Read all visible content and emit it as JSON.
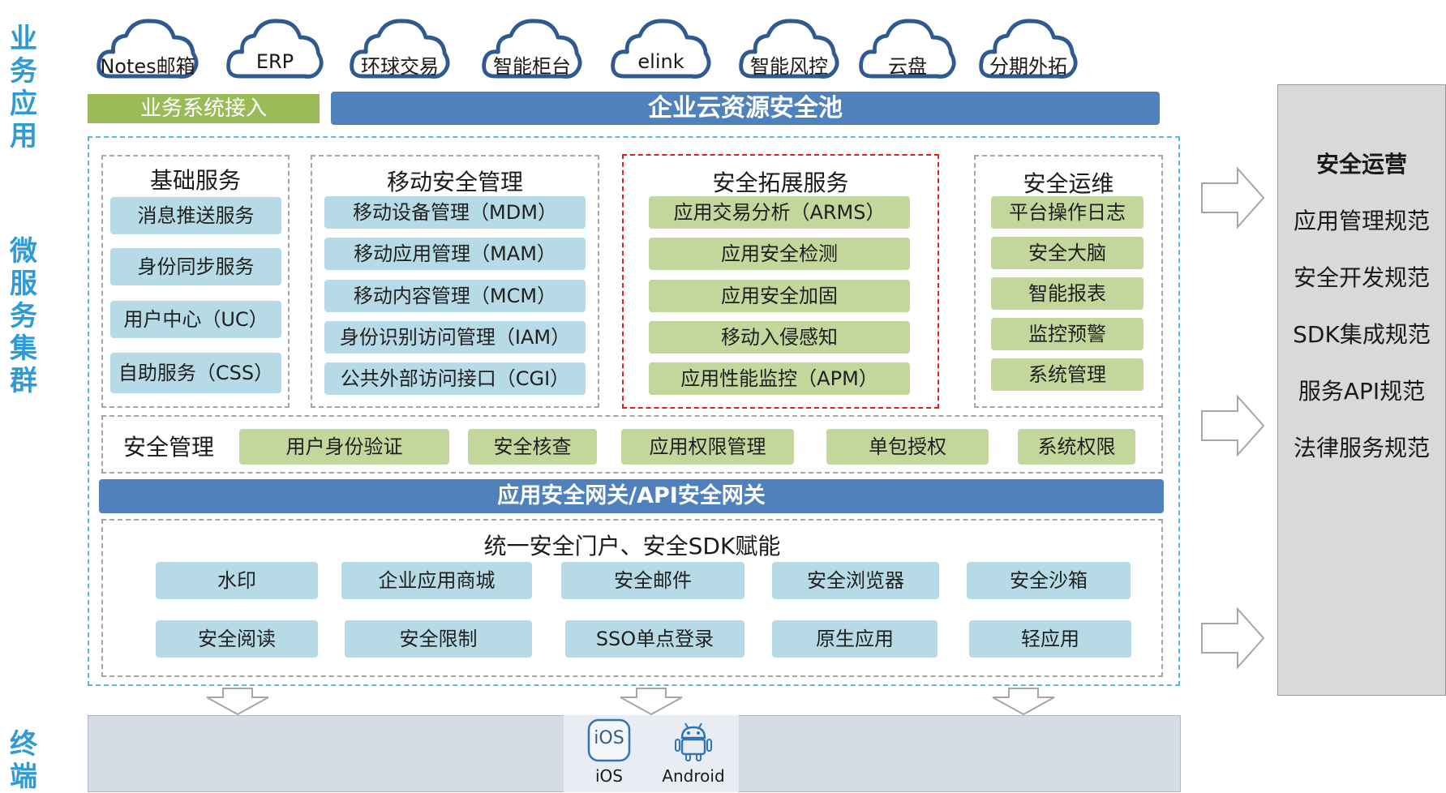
{
  "side_labels": {
    "business": "业务应用",
    "micro": "微服务集群",
    "terminal": "终端"
  },
  "apps": [
    "Notes邮箱",
    "ERP",
    "环球交易",
    "智能柜台",
    "elink",
    "智能风控",
    "云盘",
    "分期外拓"
  ],
  "business_access": "业务系统接入",
  "resource_pool": "企业云资源安全池",
  "panels": {
    "basic": {
      "title": "基础服务",
      "items": [
        "消息推送服务",
        "身份同步服务",
        "用户中心（UC）",
        "自助服务（CSS）"
      ]
    },
    "mobile": {
      "title": "移动安全管理",
      "items": [
        "移动设备管理（MDM）",
        "移动应用管理（MAM）",
        "移动内容管理（MCM）",
        "身份识别访问管理（IAM）",
        "公共外部访问接口（CGI）"
      ]
    },
    "extend": {
      "title": "安全拓展服务",
      "items": [
        "应用交易分析（ARMS）",
        "应用安全检测",
        "应用安全加固",
        "移动入侵感知",
        "应用性能监控（APM）"
      ]
    },
    "ops": {
      "title": "安全运维",
      "items": [
        "平台操作日志",
        "安全大脑",
        "智能报表",
        "监控预警",
        "系统管理"
      ]
    }
  },
  "security_mgmt": {
    "title": "安全管理",
    "items": [
      "用户身份验证",
      "安全核查",
      "应用权限管理",
      "单包授权",
      "系统权限"
    ]
  },
  "gateway": "应用安全网关/API安全网关",
  "portal": {
    "title": "统一安全门户、安全SDK赋能",
    "row1": [
      "水印",
      "企业应用商城",
      "安全邮件",
      "安全浏览器",
      "安全沙箱"
    ],
    "row2": [
      "安全阅读",
      "安全限制",
      "SSO单点登录",
      "原生应用",
      "轻应用"
    ]
  },
  "terminals": {
    "ios_icon_text": "iOS",
    "ios": "iOS",
    "android": "Android"
  },
  "right_panel": {
    "title": "安全运营",
    "items": [
      "应用管理规范",
      "安全开发规范",
      "SDK集成规范",
      "服务API规范",
      "法律服务规范"
    ]
  },
  "colors": {
    "label_blue": "#2e9bd6",
    "bar_blue": "#4f81bd",
    "bar_green": "#9bbb59",
    "pill_blue": "#b7dbe6",
    "pill_green": "#c3d69b",
    "red_dashed": "#e02020",
    "cluster_border": "#5bb8e0"
  }
}
